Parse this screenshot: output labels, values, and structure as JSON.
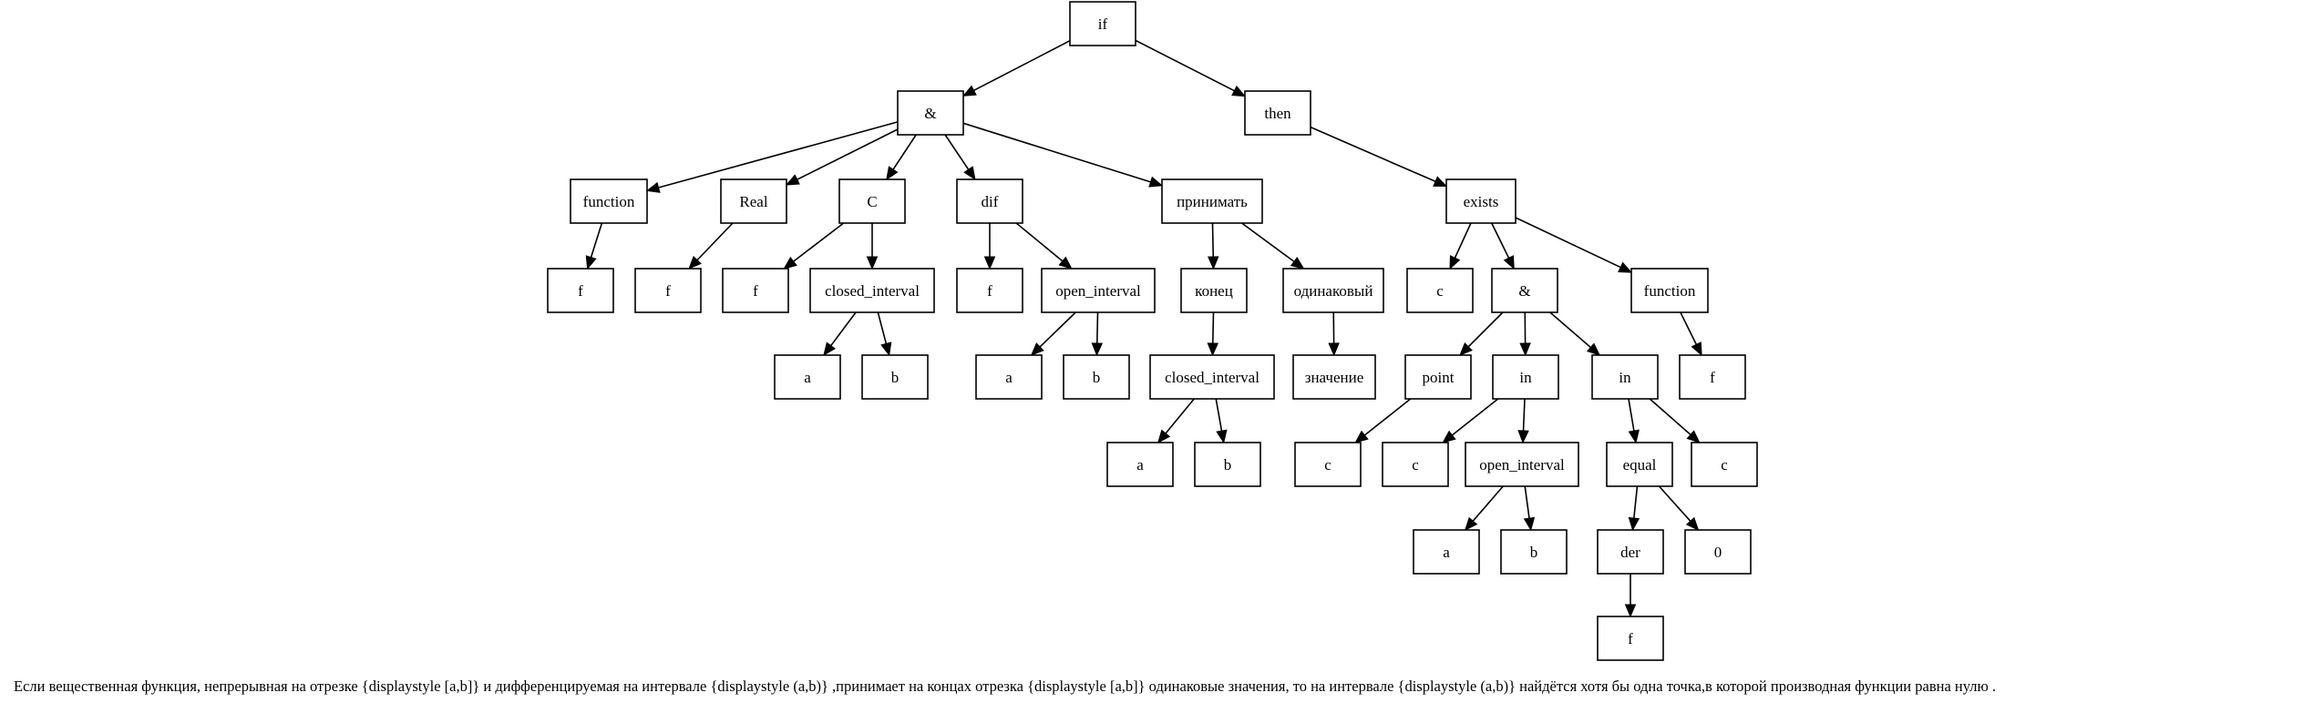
{
  "tree": {
    "nodes": [
      {
        "id": "if",
        "label": "if"
      },
      {
        "id": "and1",
        "label": "&"
      },
      {
        "id": "then",
        "label": "then"
      },
      {
        "id": "function1",
        "label": "function"
      },
      {
        "id": "real",
        "label": "Real"
      },
      {
        "id": "C",
        "label": "C"
      },
      {
        "id": "dif",
        "label": "dif"
      },
      {
        "id": "prinimat",
        "label": "принимать"
      },
      {
        "id": "exists",
        "label": "exists"
      },
      {
        "id": "f1",
        "label": "f"
      },
      {
        "id": "f2",
        "label": "f"
      },
      {
        "id": "f3",
        "label": "f"
      },
      {
        "id": "closed1",
        "label": "closed_interval"
      },
      {
        "id": "f4",
        "label": "f"
      },
      {
        "id": "open1",
        "label": "open_interval"
      },
      {
        "id": "konec",
        "label": "конец"
      },
      {
        "id": "odinak",
        "label": "одинаковый"
      },
      {
        "id": "c1",
        "label": "c"
      },
      {
        "id": "and2",
        "label": "&"
      },
      {
        "id": "function2",
        "label": "function"
      },
      {
        "id": "a1",
        "label": "a"
      },
      {
        "id": "b1",
        "label": "b"
      },
      {
        "id": "a2",
        "label": "a"
      },
      {
        "id": "b2",
        "label": "b"
      },
      {
        "id": "closed2",
        "label": "closed_interval"
      },
      {
        "id": "znach",
        "label": "значение"
      },
      {
        "id": "point",
        "label": "point"
      },
      {
        "id": "in1",
        "label": "in"
      },
      {
        "id": "in2",
        "label": "in"
      },
      {
        "id": "f5",
        "label": "f"
      },
      {
        "id": "a3",
        "label": "a"
      },
      {
        "id": "b3",
        "label": "b"
      },
      {
        "id": "c2",
        "label": "c"
      },
      {
        "id": "c3",
        "label": "c"
      },
      {
        "id": "open2",
        "label": "open_interval"
      },
      {
        "id": "equal",
        "label": "equal"
      },
      {
        "id": "c4",
        "label": "c"
      },
      {
        "id": "a4",
        "label": "a"
      },
      {
        "id": "b4",
        "label": "b"
      },
      {
        "id": "der",
        "label": "der"
      },
      {
        "id": "zero",
        "label": "0"
      },
      {
        "id": "f6",
        "label": "f"
      }
    ],
    "edges": [
      [
        "if",
        "and1"
      ],
      [
        "if",
        "then"
      ],
      [
        "and1",
        "function1"
      ],
      [
        "and1",
        "real"
      ],
      [
        "and1",
        "C"
      ],
      [
        "and1",
        "dif"
      ],
      [
        "and1",
        "prinimat"
      ],
      [
        "then",
        "exists"
      ],
      [
        "function1",
        "f1"
      ],
      [
        "real",
        "f2"
      ],
      [
        "C",
        "f3"
      ],
      [
        "C",
        "closed1"
      ],
      [
        "closed1",
        "a1"
      ],
      [
        "closed1",
        "b1"
      ],
      [
        "dif",
        "f4"
      ],
      [
        "dif",
        "open1"
      ],
      [
        "open1",
        "a2"
      ],
      [
        "open1",
        "b2"
      ],
      [
        "prinimat",
        "konec"
      ],
      [
        "prinimat",
        "odinak"
      ],
      [
        "konec",
        "closed2"
      ],
      [
        "closed2",
        "a3"
      ],
      [
        "closed2",
        "b3"
      ],
      [
        "odinak",
        "znach"
      ],
      [
        "exists",
        "c1"
      ],
      [
        "exists",
        "and2"
      ],
      [
        "exists",
        "function2"
      ],
      [
        "and2",
        "point"
      ],
      [
        "and2",
        "in1"
      ],
      [
        "and2",
        "in2"
      ],
      [
        "function2",
        "f5"
      ],
      [
        "point",
        "c2"
      ],
      [
        "in1",
        "c3"
      ],
      [
        "in1",
        "open2"
      ],
      [
        "open2",
        "a4"
      ],
      [
        "open2",
        "b4"
      ],
      [
        "in2",
        "equal"
      ],
      [
        "in2",
        "c4"
      ],
      [
        "equal",
        "der"
      ],
      [
        "equal",
        "zero"
      ],
      [
        "der",
        "f6"
      ]
    ]
  },
  "caption": "Если вещественная функция, непрерывная на отрезке {displaystyle [a,b]} и дифференцируемая на интервале {displaystyle (a,b)} ,принимает на концах отрезка {displaystyle [a,b]} одинаковые значения, то на интервале {displaystyle (a,b)} найдётся хотя бы одна точка,в которой производная функции равна нулю ."
}
